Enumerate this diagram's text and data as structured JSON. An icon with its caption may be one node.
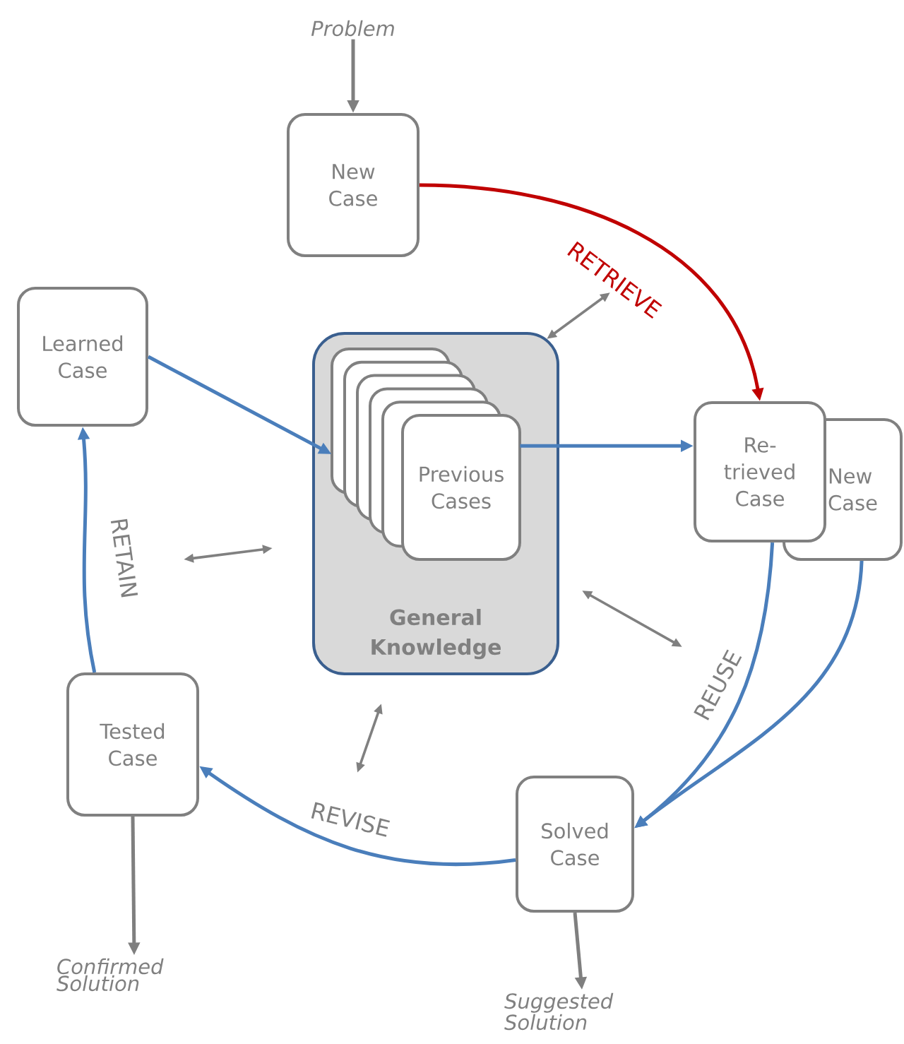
{
  "diagram": {
    "nodes": [
      {
        "text": [
          "Problem"
        ]
      },
      {
        "text": [
          "New Case"
        ]
      },
      {
        "text": [
          "Learned Case"
        ]
      },
      {
        "text": [
          "General Knowledge"
        ]
      },
      {
        "text": [
          "Previous Cases"
        ],
        "in": 3
      },
      {
        "text": [
          "Re- trieved Case"
        ]
      },
      {
        "text": [
          "New Case"
        ]
      },
      {
        "text": [
          "Tested Case"
        ]
      },
      {
        "text": [
          "Solved Case"
        ]
      },
      {
        "text": [
          "Confirmed Solution"
        ]
      },
      {
        "text": [
          "Suggested Solution"
        ]
      }
    ],
    "edges": [
      {
        "from": 0,
        "to": 1,
        "arrow": "to",
        "color": "#7f7f7f"
      },
      {
        "from": 1,
        "to": 5,
        "arrow": "to",
        "label": "RETRIEVE",
        "color": "#c00000"
      },
      {
        "from": 2,
        "to": 4,
        "arrow": "to"
      },
      {
        "from": 4,
        "to": 5,
        "arrow": "to"
      },
      {
        "from": 5,
        "to": 8,
        "arrow": "to",
        "label": "REUSE"
      },
      {
        "from": 6,
        "to": 8,
        "arrow": "to"
      },
      {
        "from": 8,
        "to": 7,
        "arrow": "to",
        "label": "REVISE"
      },
      {
        "from": 7,
        "to": 2,
        "arrow": "to",
        "label": "RETAIN"
      },
      {
        "from": 7,
        "to": 9,
        "arrow": "to",
        "color": "#7f7f7f"
      },
      {
        "from": 8,
        "to": 10,
        "arrow": "to",
        "color": "#7f7f7f"
      }
    ]
  }
}
